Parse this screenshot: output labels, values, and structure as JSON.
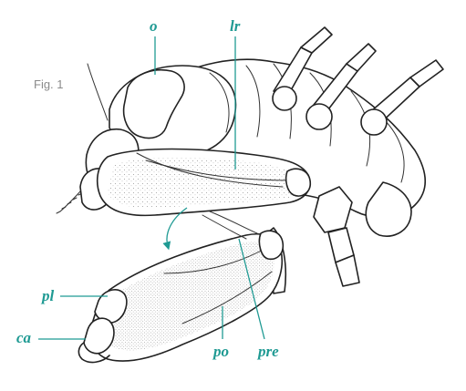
{
  "figure": {
    "label": "Fig. 1"
  },
  "callouts": {
    "o": "o",
    "lr": "lr",
    "pl": "pl",
    "ca": "ca",
    "po": "po",
    "pre": "pre"
  },
  "colors": {
    "accent": "#1f9a93",
    "ink": "#222222",
    "label_gray": "#8a8a8a"
  }
}
